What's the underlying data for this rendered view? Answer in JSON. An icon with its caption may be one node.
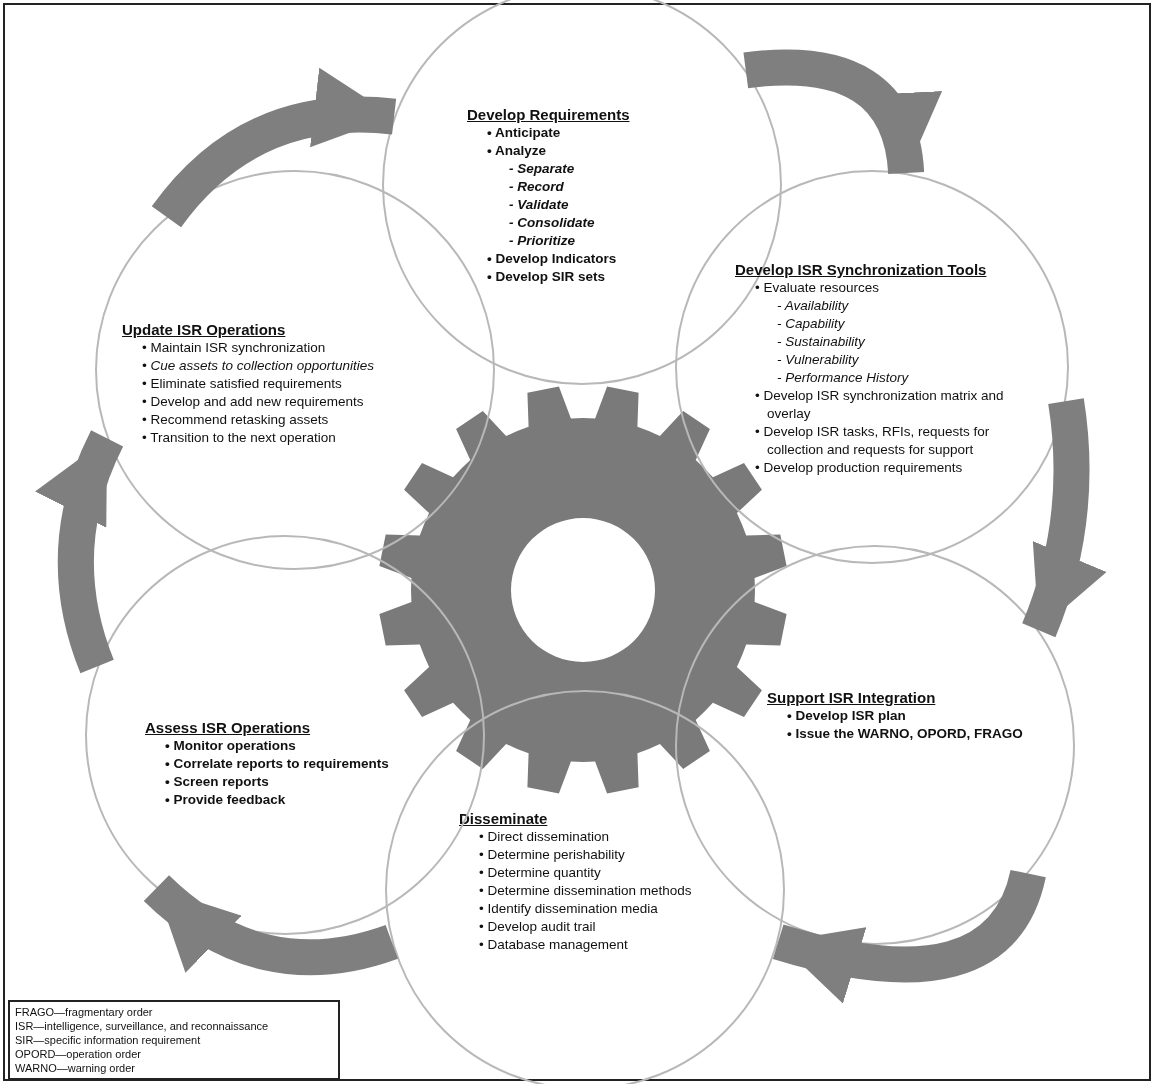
{
  "diagram": {
    "nodes": [
      {
        "text": [
          "Develop Requirements",
          "• Anticipate",
          "• Analyze",
          "- Separate",
          "- Record",
          "- Validate",
          "- Consolidate",
          "- Prioritize",
          "• Develop Indicators",
          "• Develop SIR sets"
        ]
      },
      {
        "text": [
          "Develop ISR Synchronization Tools",
          "• Evaluate resources",
          "- Availability",
          "- Capability",
          "- Sustainability",
          "- Vulnerability",
          "- Performance History",
          "• Develop ISR synchronization matrix and overlay",
          "• Develop ISR tasks, RFIs, requests for collection and requests for support",
          "• Develop production requirements"
        ]
      },
      {
        "text": [
          "Support ISR Integration",
          "• Develop ISR plan",
          "• Issue the WARNO, OPORD, FRAGO"
        ]
      },
      {
        "text": [
          "Disseminate",
          "• Direct dissemination",
          "• Determine perishability",
          "• Determine quantity",
          "• Determine dissemination methods",
          "• Identify dissemination media",
          "• Develop audit trail",
          "• Database management"
        ]
      },
      {
        "text": [
          "Assess ISR Operations",
          "• Monitor operations",
          "• Correlate reports to requirements",
          "• Screen reports",
          "• Provide feedback"
        ]
      },
      {
        "text": [
          "Update ISR Operations",
          "• Maintain ISR synchronization",
          "• Cue assets to collection opportunities",
          "• Eliminate satisfied requirements",
          "• Develop and add new requirements",
          "• Recommend retasking assets",
          "• Transition to the next operation"
        ]
      }
    ],
    "edges": [
      {
        "from": 0,
        "to": 1,
        "arrow": "to"
      },
      {
        "from": 1,
        "to": 2,
        "arrow": "to"
      },
      {
        "from": 2,
        "to": 3,
        "arrow": "to"
      },
      {
        "from": 3,
        "to": 4,
        "arrow": "to"
      },
      {
        "from": 4,
        "to": 5,
        "arrow": "to"
      },
      {
        "from": 5,
        "to": 0,
        "arrow": "to"
      }
    ],
    "labels": [
      "FRAGO—fragmentary order",
      "ISR—intelligence, surveillance, and reconnaissance",
      "SIR—specific information requirement",
      "OPORD—operation order",
      "WARNO—warning order"
    ]
  }
}
